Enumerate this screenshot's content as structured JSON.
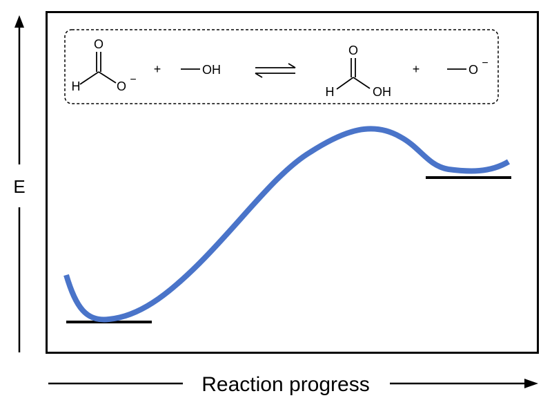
{
  "axes": {
    "y_label": "E",
    "x_label": "Reaction progress"
  },
  "equation": {
    "reactant1": {
      "o_top": "O",
      "h_left": "H",
      "o_right": "O",
      "charge": "−"
    },
    "plus1": "+",
    "reactant2": {
      "group": "OH"
    },
    "products1": {
      "o_top": "O",
      "h_left": "H",
      "oh_right": "OH"
    },
    "plus2": "+",
    "product2": {
      "o": "O",
      "charge": "−"
    }
  },
  "colors": {
    "curve": "#4a74c9",
    "line": "#000000"
  }
}
